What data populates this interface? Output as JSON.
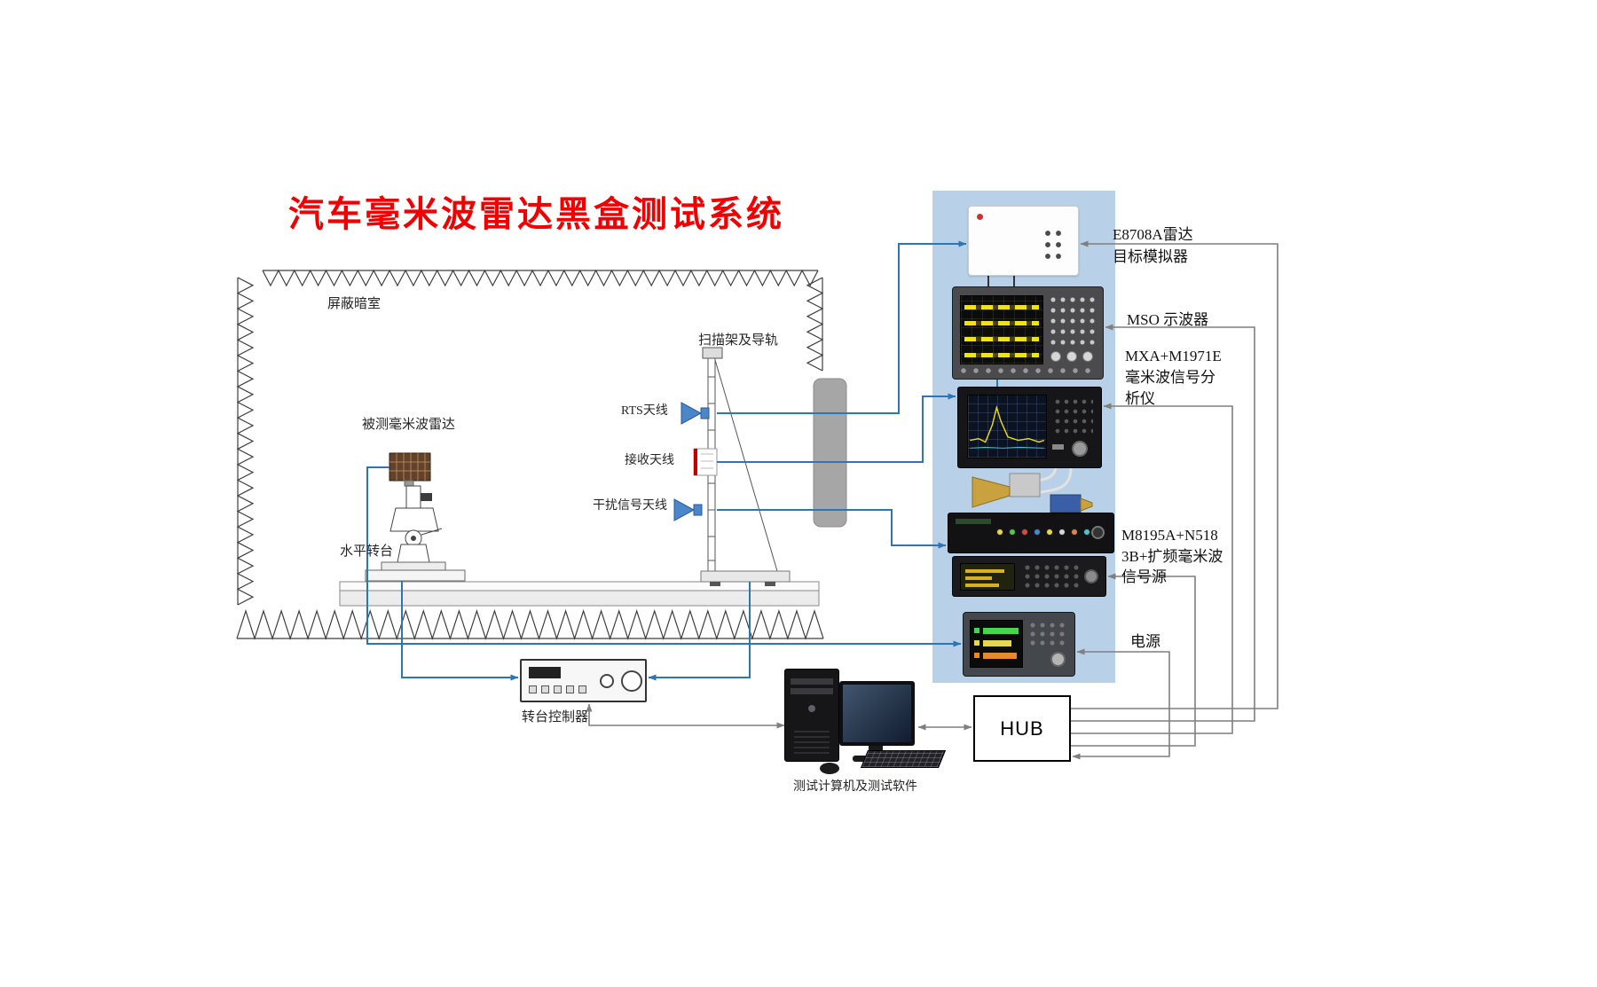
{
  "title": "汽车毫米波雷达黑盒测试系统",
  "chamber": {
    "room_label": "屏蔽暗室",
    "scanner_label": "扫描架及导轨",
    "radar_label": "被测毫米波雷达",
    "turntable_label": "水平转台",
    "rts_antenna_label": "RTS天线",
    "receive_antenna_label": "接收天线",
    "interference_antenna_label": "干扰信号天线"
  },
  "rack": {
    "simulator_label": [
      "E8708A雷达",
      "目标模拟器"
    ],
    "oscilloscope_label": "MSO 示波器",
    "analyzer_label": [
      "MXA+M1971E",
      "毫米波信号分",
      "析仪"
    ],
    "source_label": [
      "M8195A+N518",
      "3B+扩频毫米波",
      "信号源"
    ],
    "power_label": "电源"
  },
  "control": {
    "controller_label": "转台控制器",
    "computer_label": "测试计算机及测试软件",
    "hub_label": "HUB"
  },
  "icons": {
    "antenna": "horn-antenna-icon",
    "absorber": "zigzag-absorber-pattern"
  },
  "colors": {
    "title_red": "#f00000",
    "line_blue": "#2e75b6",
    "line_gray": "#7f7f7f",
    "panel_blue": "#b9d1e8",
    "absorber_gray": "#a6a6a6"
  }
}
